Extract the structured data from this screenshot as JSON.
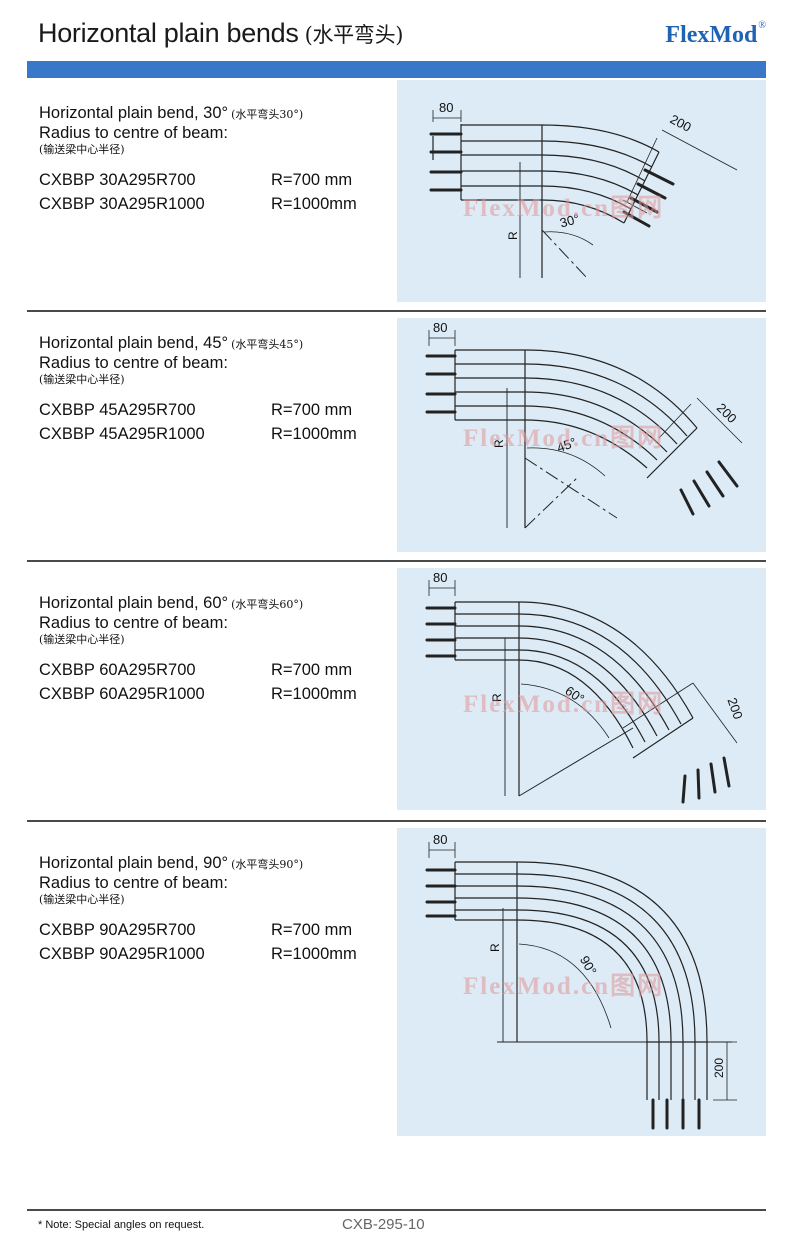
{
  "header": {
    "title": "Horizontal plain bends",
    "title_cn": "(水平弯头)",
    "brand": "FlexMod",
    "brand_mark": "®"
  },
  "common": {
    "radius_label": "Radius to centre of beam:",
    "radius_label_cn": "(输送梁中心半径)",
    "dim_80": "80",
    "dim_200": "200",
    "dim_r": "R",
    "watermark": "FlexMod.cn图网"
  },
  "bends": [
    {
      "heading": "Horizontal plain bend, 30°",
      "heading_cn": "(水平弯头30°)",
      "angle_label": "30°",
      "models": [
        {
          "code": "CXBBP 30A295R700",
          "radius": "R=700 mm"
        },
        {
          "code": "CXBBP 30A295R1000",
          "radius": "R=1000mm"
        }
      ]
    },
    {
      "heading": "Horizontal plain bend, 45°",
      "heading_cn": "(水平弯头45°)",
      "angle_label": "45°",
      "models": [
        {
          "code": "CXBBP 45A295R700",
          "radius": "R=700 mm"
        },
        {
          "code": "CXBBP 45A295R1000",
          "radius": "R=1000mm"
        }
      ]
    },
    {
      "heading": "Horizontal plain bend, 60°",
      "heading_cn": "(水平弯头60°)",
      "angle_label": "60°",
      "models": [
        {
          "code": "CXBBP 60A295R700",
          "radius": "R=700 mm"
        },
        {
          "code": "CXBBP 60A295R1000",
          "radius": "R=1000mm"
        }
      ]
    },
    {
      "heading": "Horizontal plain bend, 90°",
      "heading_cn": "(水平弯头90°)",
      "angle_label": "90°",
      "models": [
        {
          "code": "CXBBP 90A295R700",
          "radius": "R=700 mm"
        },
        {
          "code": "CXBBP 90A295R1000",
          "radius": "R=1000mm"
        }
      ]
    }
  ],
  "footer": {
    "note": "* Note: Special angles on request.",
    "doc_number": "CXB-295-10"
  }
}
